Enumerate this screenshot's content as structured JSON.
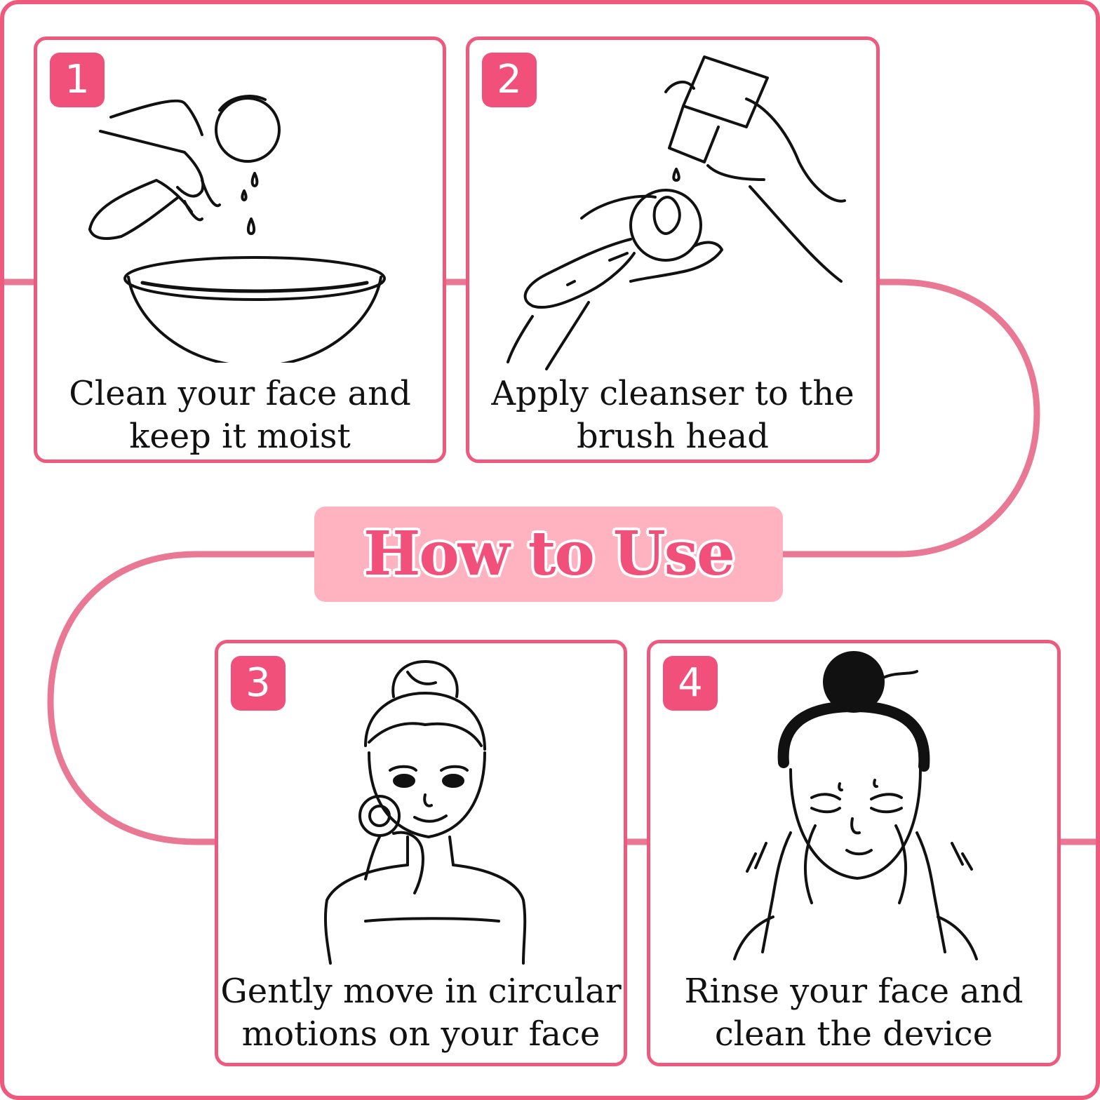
{
  "title": "How to Use",
  "colors": {
    "accent": "#ee5a7e",
    "badge": "#f0507a",
    "title_bg": "#ffb3c1",
    "connector": "#e87893"
  },
  "steps": [
    {
      "number": "1",
      "caption_line1": "Clean your face and",
      "caption_line2": "keep it moist",
      "icon": "water-bowl-icon"
    },
    {
      "number": "2",
      "caption_line1": "Apply cleanser to the",
      "caption_line2": "brush head",
      "icon": "cleanser-brush-icon"
    },
    {
      "number": "3",
      "caption_line1": "Gently move in circular",
      "caption_line2": "motions on your face",
      "icon": "woman-brush-icon"
    },
    {
      "number": "4",
      "caption_line1": "Rinse your face and",
      "caption_line2": "clean the device",
      "icon": "woman-rinse-icon"
    }
  ]
}
